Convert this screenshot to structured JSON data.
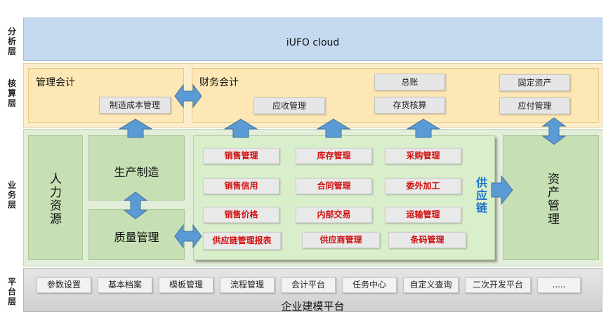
{
  "layers": {
    "analysis": "分析层",
    "accounting": "核算层",
    "business": "业务层",
    "platform": "平台层"
  },
  "analysis_band": {
    "title": "iUFO cloud"
  },
  "accounting_band": {
    "management_accounting": {
      "title": "管理会计",
      "items": [
        "制造成本管理"
      ]
    },
    "financial_accounting": {
      "title": "财务会计",
      "items": [
        "应收管理",
        "总账",
        "存货核算",
        "固定资产",
        "应付管理"
      ]
    }
  },
  "business_band": {
    "hr": "人力资源",
    "production": "生产制造",
    "quality": "质量管理",
    "supply_chain": {
      "title": "供应链",
      "items": [
        "销售管理",
        "库存管理",
        "采购管理",
        "销售信用",
        "合同管理",
        "委外加工",
        "销售价格",
        "内部交易",
        "运输管理",
        "供应链管理报表",
        "供应商管理",
        "条码管理"
      ]
    },
    "asset": "资产管理"
  },
  "platform_band": {
    "items": [
      "参数设置",
      "基本档案",
      "模板管理",
      "流程管理",
      "会计平台",
      "任务中心",
      "自定义查询",
      "二次开发平台",
      "....."
    ],
    "title": "企业建模平台"
  },
  "colors": {
    "analysis_bg": "#c5d9f1",
    "accounting_bg": "#fdeecb",
    "business_bg": "#e2eed9",
    "platform_bg": "#d9d9d9",
    "green_box": "#c6dfb4",
    "arrow": "#5b9bd5",
    "supply_chain_title": "#1f73c8",
    "red_text": "#d01010"
  }
}
